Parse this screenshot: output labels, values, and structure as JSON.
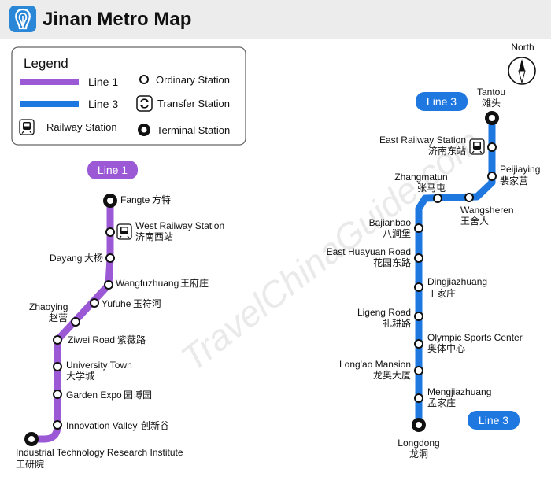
{
  "header": {
    "title": "Jinan Metro Map",
    "logo_icon": "jinan-metro-logo-icon"
  },
  "legend": {
    "title": "Legend",
    "line1_label": "Line 1",
    "line3_label": "Line 3",
    "railway_label": "Railway Station",
    "ordinary_label": "Ordinary Station",
    "transfer_label": "Transfer Station",
    "terminal_label": "Terminal Station"
  },
  "compass": {
    "label": "North",
    "icon": "compass-icon"
  },
  "watermark": "TravelChinaGuide.com",
  "colors": {
    "line1": "#9b59d6",
    "line3": "#1f78e0",
    "header_bg": "#ececec",
    "logo": "#2a86d6"
  },
  "line1": {
    "badge": "Line 1",
    "stations": [
      {
        "en": "Fangte",
        "zh": "方特",
        "terminal": true
      },
      {
        "en": "West Railway Station",
        "zh": "济南西站",
        "railway": true
      },
      {
        "en": "Dayang",
        "zh": "大杨"
      },
      {
        "en": "Wangfuzhuang",
        "zh": "王府庄"
      },
      {
        "en": "Yufuhe",
        "zh": "玉符河"
      },
      {
        "en": "Zhaoying",
        "zh": "赵营"
      },
      {
        "en": "Ziwei Road",
        "zh": "紫薇路"
      },
      {
        "en": "University Town",
        "zh": "大学城"
      },
      {
        "en": "Garden Expo",
        "zh": "园博园"
      },
      {
        "en": "Innovation Valley",
        "zh": "创新谷"
      },
      {
        "en": "Industrial Technology Research Institute",
        "zh": "工研院",
        "terminal": true
      }
    ]
  },
  "line3": {
    "badge_top": "Line 3",
    "badge_bottom": "Line 3",
    "stations": [
      {
        "en": "Tantou",
        "zh": "滩头",
        "terminal": true
      },
      {
        "en": "East Railway Station",
        "zh": "济南东站",
        "railway": true
      },
      {
        "en": "Peijiaying",
        "zh": "裴家营"
      },
      {
        "en": "Wangsheren",
        "zh": "王舍人"
      },
      {
        "en": "Zhangmatun",
        "zh": "张马屯"
      },
      {
        "en": "Bajianbao",
        "zh": "八涧堡"
      },
      {
        "en": "East Huayuan Road",
        "zh": "花园东路"
      },
      {
        "en": "Dingjiazhuang",
        "zh": "丁家庄"
      },
      {
        "en": "Ligeng Road",
        "zh": "礼耕路"
      },
      {
        "en": "Olympic Sports Center",
        "zh": "奥体中心"
      },
      {
        "en": "Long'ao Mansion",
        "zh": "龙奥大厦"
      },
      {
        "en": "Mengjiazhuang",
        "zh": "孟家庄"
      },
      {
        "en": "Longdong",
        "zh": "龙洞",
        "terminal": true
      }
    ]
  }
}
